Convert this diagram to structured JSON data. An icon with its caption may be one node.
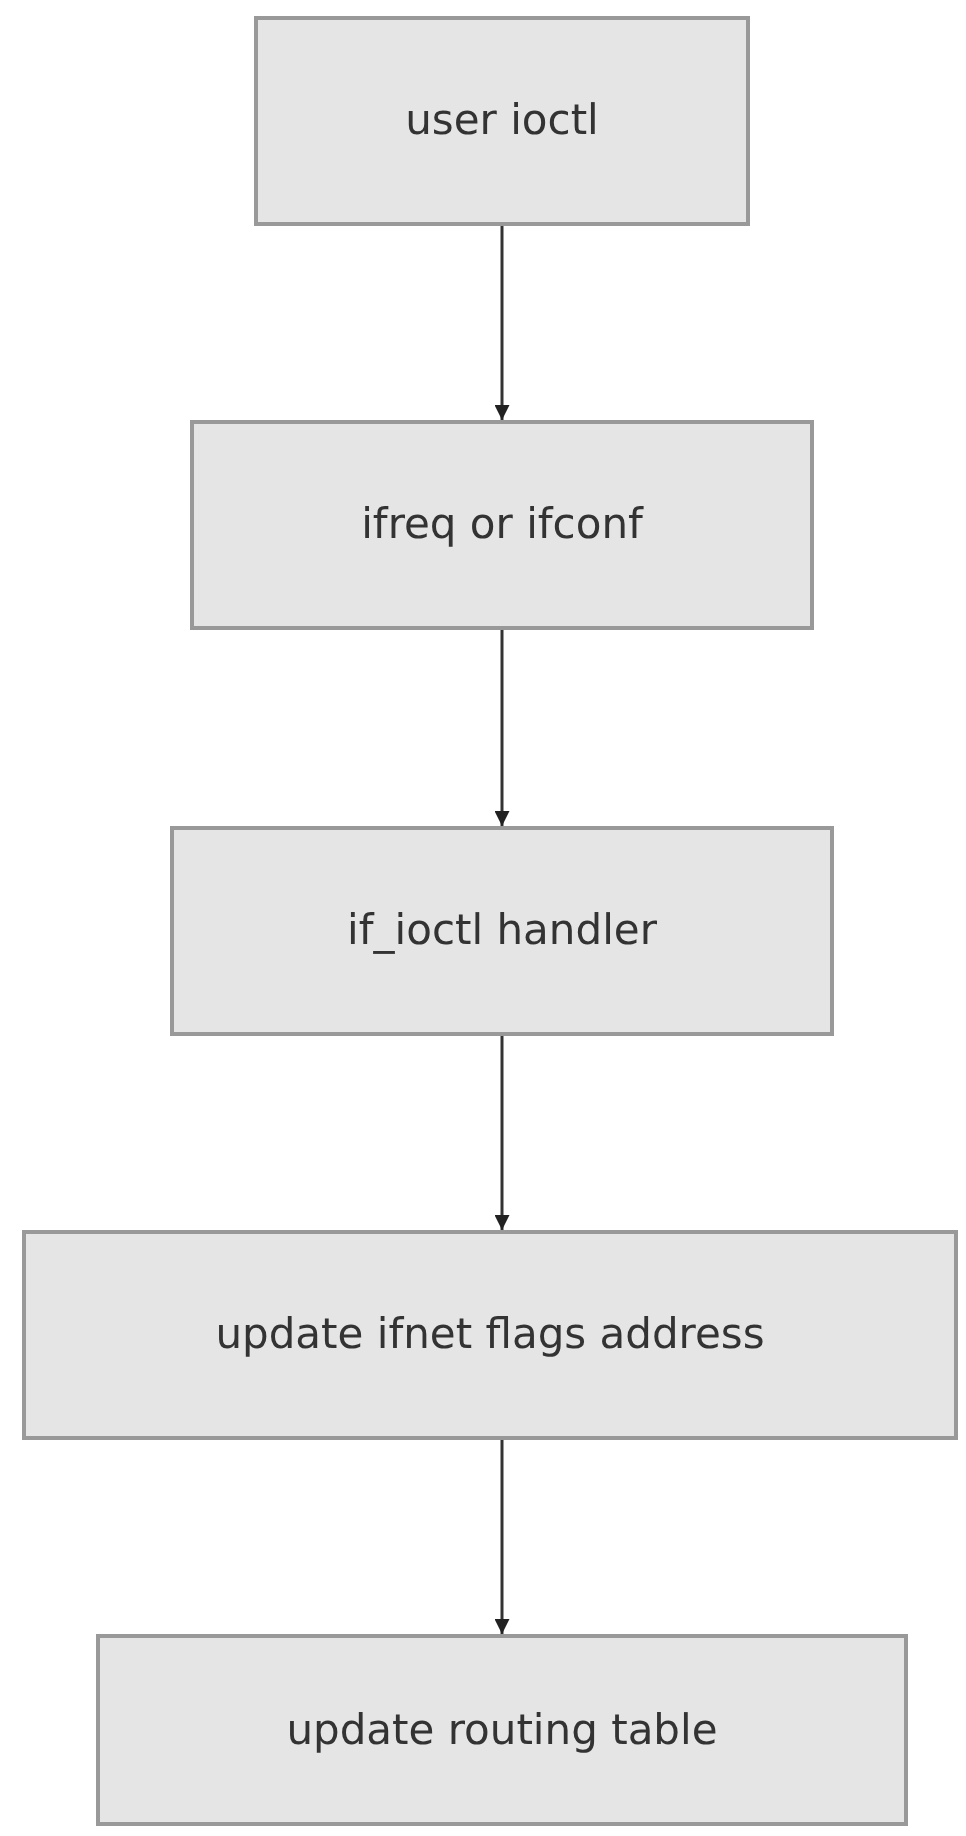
{
  "diagram": {
    "nodes": [
      {
        "text": [
          "user ioctl"
        ]
      },
      {
        "text": [
          "ifreq or ifconf"
        ]
      },
      {
        "text": [
          "if_ioctl handler"
        ]
      },
      {
        "text": [
          "update ifnet flags address"
        ]
      },
      {
        "text": [
          "update routing table"
        ]
      }
    ],
    "edges": [
      {
        "from": 0,
        "to": 1,
        "arrow": "to"
      },
      {
        "from": 1,
        "to": 2,
        "arrow": "to"
      },
      {
        "from": 2,
        "to": 3,
        "arrow": "to"
      },
      {
        "from": 3,
        "to": 4,
        "arrow": "to"
      }
    ]
  }
}
